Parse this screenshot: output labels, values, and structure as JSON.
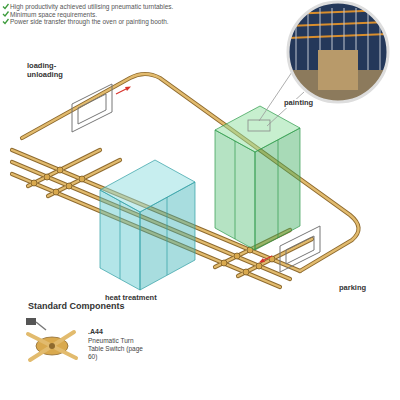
{
  "diagram": {
    "nodes": [
      {
        "text": [
          "loading- unloading"
        ]
      },
      {
        "text": [
          "painting"
        ]
      },
      {
        "text": [
          "heat treatment"
        ]
      },
      {
        "text": [
          "parking"
        ]
      }
    ],
    "labels": [
      "High productivity achieved utilising pneumatic turntables.",
      "Minimum space requirements.",
      "Power side transfer through the oven or painting booth.",
      "Standard Components",
      ".A44",
      "Pneumatic Turn Table Switch (page 60)"
    ]
  }
}
